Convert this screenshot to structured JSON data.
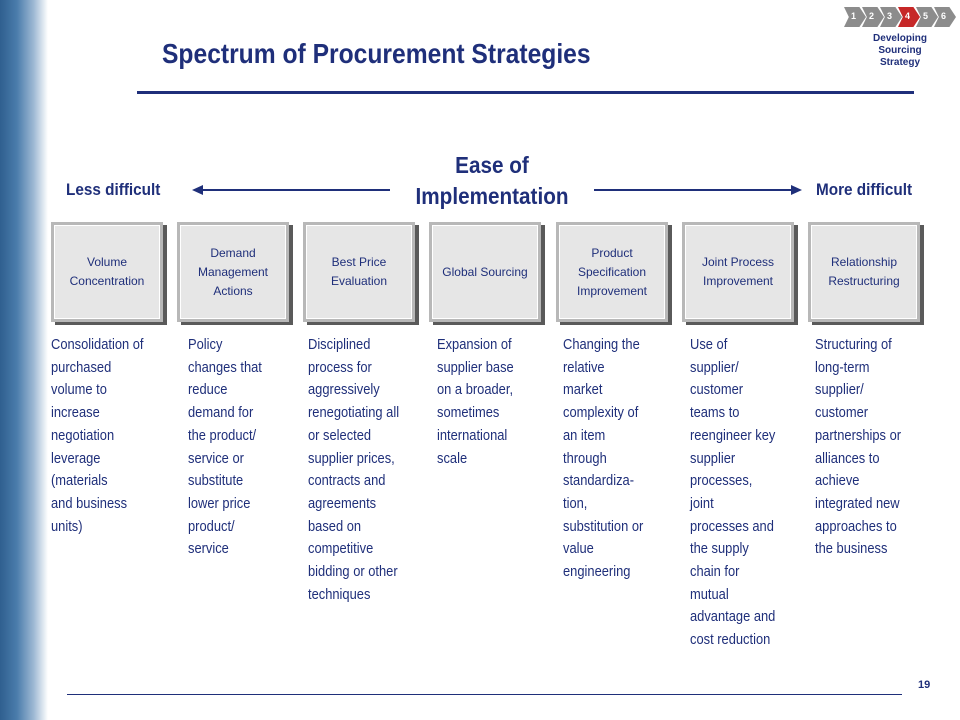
{
  "title": "Spectrum of Procurement Strategies",
  "nav": {
    "steps": [
      "1",
      "2",
      "3",
      "4",
      "5",
      "6"
    ],
    "active_step": 4,
    "label_lines": [
      "Developing",
      "Sourcing",
      "Strategy"
    ],
    "active_color": "#c62828",
    "inactive_color": "#8c8c8c"
  },
  "scale": {
    "heading_lines": [
      "Ease of",
      "Implementation"
    ],
    "left_label": "Less difficult",
    "right_label": "More difficult"
  },
  "strategies": [
    {
      "box_lines": [
        "Volume",
        "Concentration"
      ],
      "desc_lines": [
        "Consolidation of",
        "purchased",
        "volume to",
        "increase",
        "negotiation",
        "leverage",
        "(materials",
        "and business",
        "units)"
      ]
    },
    {
      "box_lines": [
        "Demand",
        "Management",
        "Actions"
      ],
      "desc_lines": [
        "Policy",
        "changes that",
        "reduce",
        "demand for",
        "the product/",
        "service or",
        "substitute",
        "lower price",
        "product/",
        "service"
      ]
    },
    {
      "box_lines": [
        "Best Price",
        "Evaluation"
      ],
      "desc_lines": [
        "Disciplined",
        "process for",
        "aggressively",
        "renegotiating all",
        "or selected",
        "supplier prices,",
        "contracts and",
        "agreements",
        "based on",
        "competitive",
        "bidding or other",
        "techniques"
      ]
    },
    {
      "box_lines": [
        "Global Sourcing"
      ],
      "desc_lines": [
        "Expansion of",
        "supplier base",
        "on a broader,",
        "sometimes",
        "international",
        "scale"
      ]
    },
    {
      "box_lines": [
        "Product",
        "Specification",
        "Improvement"
      ],
      "desc_lines": [
        "Changing the",
        "relative",
        "market",
        "complexity of",
        "an item",
        "through",
        "standardiza-",
        "tion,",
        "substitution or",
        "value",
        "engineering"
      ]
    },
    {
      "box_lines": [
        "Joint Process",
        "Improvement"
      ],
      "desc_lines": [
        "Use of",
        "supplier/",
        "customer",
        "teams to",
        "reengineer key",
        "supplier",
        "processes,",
        "joint",
        "processes and",
        "the supply",
        "chain for",
        "mutual",
        "advantage and",
        "cost reduction"
      ]
    },
    {
      "box_lines": [
        "Relationship",
        "Restructuring"
      ],
      "desc_lines": [
        "Structuring of",
        "long-term",
        "supplier/",
        "customer",
        "partnerships or",
        "alliances to",
        "achieve",
        "integrated new",
        "approaches to",
        "the business"
      ]
    }
  ],
  "page_number": "19",
  "colors": {
    "text": "#1f2f7a",
    "box_fill": "#e6e6e6",
    "box_shadow": "#5a5a5a"
  }
}
